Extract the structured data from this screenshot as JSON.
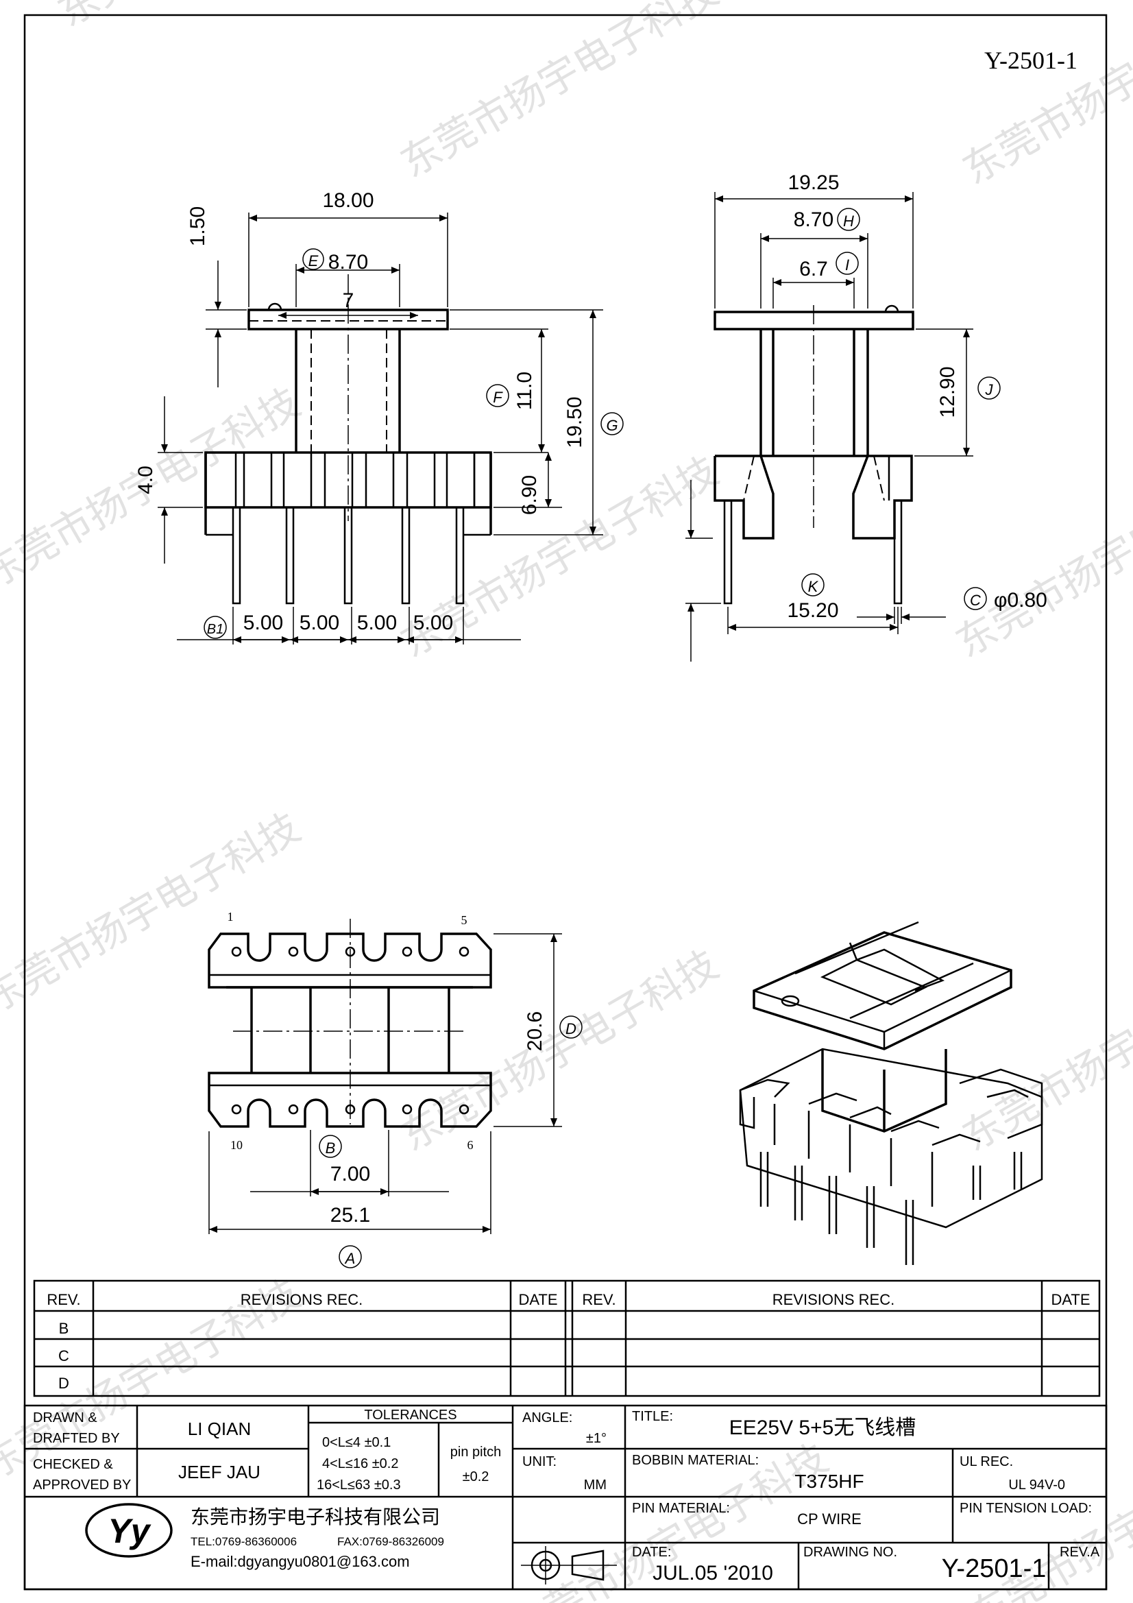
{
  "drawing_code": "Y-2501-1",
  "watermark": "东莞市扬宇电子科技",
  "front_view": {
    "dims": {
      "width": "18.00",
      "flange_thk": "1.50",
      "core_e": "8.70",
      "slot": "7",
      "f": "11.0",
      "g": "19.50",
      "base_h": "4.0",
      "pin_h": "6.90"
    },
    "labels": {
      "e": "E",
      "f": "F",
      "g": "G",
      "b1": "B1"
    },
    "pitches": [
      "5.00",
      "5.00",
      "5.00",
      "5.00"
    ]
  },
  "side_view": {
    "dims": {
      "width": "19.25",
      "h_dim": "8.70",
      "i_dim": "6.7",
      "j_dim": "12.90",
      "k_dim": "15.20",
      "pin_dia": "φ0.80"
    },
    "labels": {
      "h": "H",
      "i": "I",
      "j": "J",
      "k": "K",
      "c": "C"
    }
  },
  "bottom_view": {
    "pin_numbers": {
      "p1": "1",
      "p5": "5",
      "p10": "10",
      "p6": "6"
    },
    "dims": {
      "d": "20.6",
      "b": "7.00",
      "a": "25.1"
    },
    "labels": {
      "d": "D",
      "b": "B",
      "a": "A"
    }
  },
  "revisions": {
    "headers": {
      "rev": "REV.",
      "rec": "REVISIONS    REC.",
      "date": "DATE"
    },
    "rows": [
      "B",
      "C",
      "D"
    ]
  },
  "title_block": {
    "drawn_label": "DRAWN  &\nDRAFTED  BY",
    "drawn_value": "LI QIAN",
    "checked_label": "CHECKED  &\nAPPROVED  BY",
    "checked_value": "JEEF JAU",
    "tolerances_title": "TOLERANCES",
    "tolerances": [
      "0<L≤4    ±0.1",
      "4<L≤16  ±0.2",
      "16<L≤63 ±0.3"
    ],
    "pin_pitch_label": "pin  pitch",
    "pin_pitch_value": "±0.2",
    "angle_label": "ANGLE:",
    "angle_value": "±1°",
    "unit_label": "UNIT:",
    "unit_value": "MM",
    "title_label": "TITLE:",
    "title_value": "EE25V  5+5无飞线槽",
    "bobbin_material_label": "BOBBIN  MATERIAL:",
    "bobbin_material_value": "T375HF",
    "ul_label": "UL  REC.",
    "ul_value": "UL  94V-0",
    "pin_material_label": "PIN  MATERIAL:",
    "pin_material_value": "CP WIRE",
    "pin_tension_label": "PIN  TENSION  LOAD:",
    "date_label": "DATE:",
    "date_value": "JUL.05  '2010",
    "drawing_no_label": "DRAWING  NO.",
    "drawing_no_value": "Y-2501-1",
    "rev_label": "REV.A",
    "company_name": "东莞市扬宇电子科技有限公司",
    "tel": "TEL:0769-86360006",
    "fax": "FAX:0769-86326009",
    "email": "E-mail:dgyangyu0801@163.com",
    "logo_letters": "Yy"
  }
}
